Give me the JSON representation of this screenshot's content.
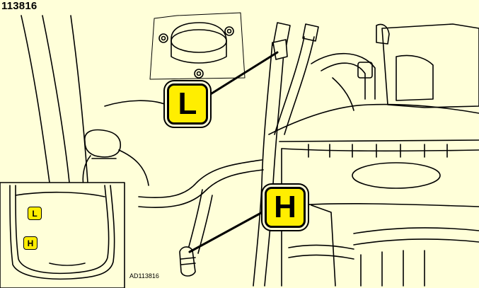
{
  "header": {
    "ref_number": "113816"
  },
  "footer": {
    "doc_code": "AD113816"
  },
  "callouts": {
    "low_big": "L",
    "high_big": "H",
    "low_small": "L",
    "high_small": "H"
  },
  "colors": {
    "background": "#ffffd9",
    "callout_fill": "#ffee00",
    "line": "#000000"
  }
}
